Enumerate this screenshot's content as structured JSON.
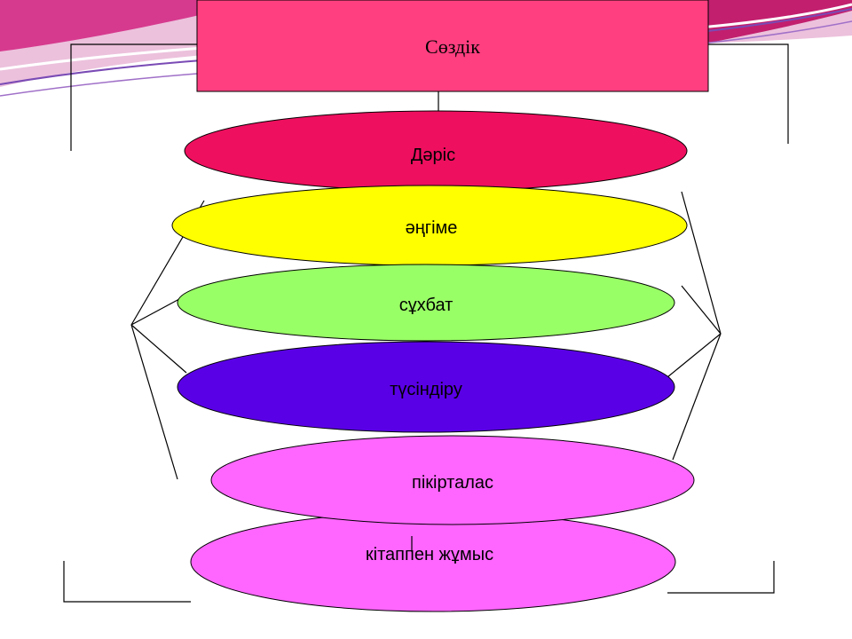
{
  "title": "Сөздік",
  "colors": {
    "title_box": "#ff3f80",
    "swoosh_pink": "#d63a8e",
    "swoosh_light": "#ecc1dc"
  },
  "items": [
    {
      "label": "Дәріс",
      "color": "#ee0f5e"
    },
    {
      "label": "әңгіме",
      "color": "#ffff00"
    },
    {
      "label": "сұхбат",
      "color": "#99ff66"
    },
    {
      "label": "түсіндіру",
      "color": "#5a00e6"
    },
    {
      "label": "пікірталас",
      "color": "#ff66ff"
    },
    {
      "label": "кітаппен жұмыс",
      "color": "#ff66ff"
    }
  ]
}
